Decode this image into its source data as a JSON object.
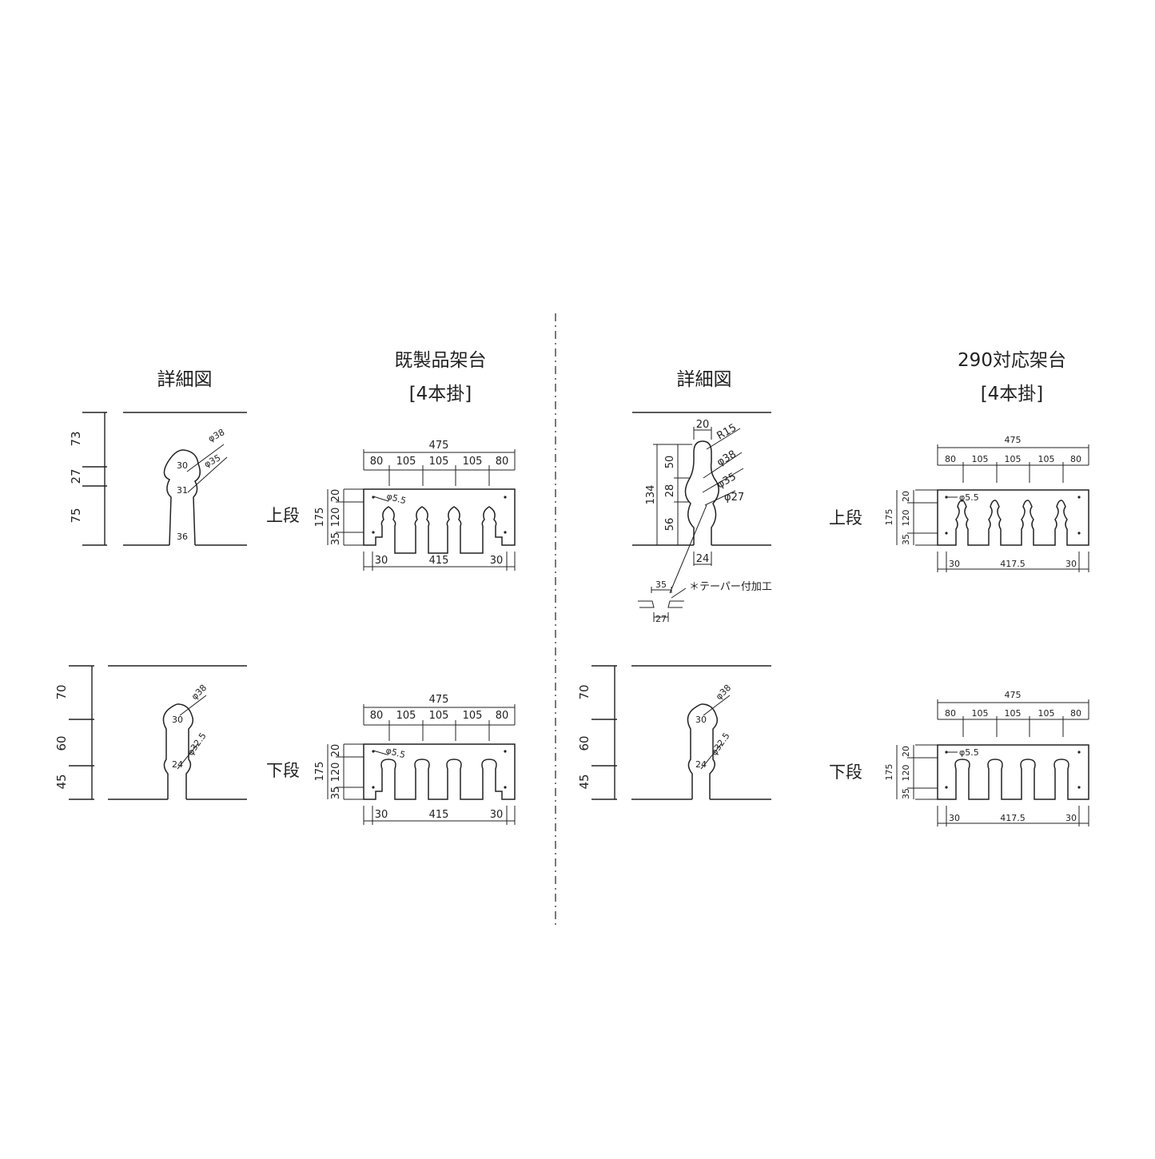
{
  "left": {
    "detail_title": "詳細図",
    "rack_title": "既製品架台",
    "rack_subtitle": "[4本掛]",
    "upper": {
      "label": "上段",
      "heights": [
        "73",
        "27",
        "75"
      ],
      "dia_top": "φ38",
      "dia_mid": "φ35",
      "w_top": "30",
      "w_mid": "31",
      "w_base": "36"
    },
    "lower": {
      "label": "下段",
      "heights": [
        "70",
        "60",
        "45"
      ],
      "dia_top": "φ38",
      "dia_mid": "φ32.5",
      "w_top": "30",
      "w_mid": "24"
    },
    "plate": {
      "total": "475",
      "segments": [
        "80",
        "105",
        "105",
        "105",
        "80"
      ],
      "height": "175",
      "rows": [
        "20",
        "120",
        "35"
      ],
      "hole": "φ5.5",
      "bottom": [
        "30",
        "415",
        "30"
      ]
    }
  },
  "right": {
    "detail_title": "詳細図",
    "rack_title": "290対応架台",
    "rack_subtitle": "[4本掛]",
    "upper": {
      "label": "上段",
      "width_top": "20",
      "radius": "R15",
      "dia_1": "φ38",
      "dia_2": "φ35",
      "dia_3": "φ27",
      "total_height": "134",
      "heights": [
        "50",
        "28",
        "56"
      ],
      "width_bottom": "24",
      "taper_top": "35",
      "taper_bottom": "27",
      "taper_note": "＊テーパー付加工"
    },
    "lower": {
      "label": "下段",
      "heights": [
        "70",
        "60",
        "45"
      ],
      "dia_top": "φ38",
      "dia_mid": "φ32.5",
      "w_top": "30",
      "w_mid": "24"
    },
    "plate": {
      "total": "475",
      "segments": [
        "80",
        "105",
        "105",
        "105",
        "80"
      ],
      "height": "175",
      "rows": [
        "20",
        "120",
        "35"
      ],
      "hole": "φ5.5",
      "bottom": [
        "30",
        "417.5",
        "30"
      ]
    }
  }
}
